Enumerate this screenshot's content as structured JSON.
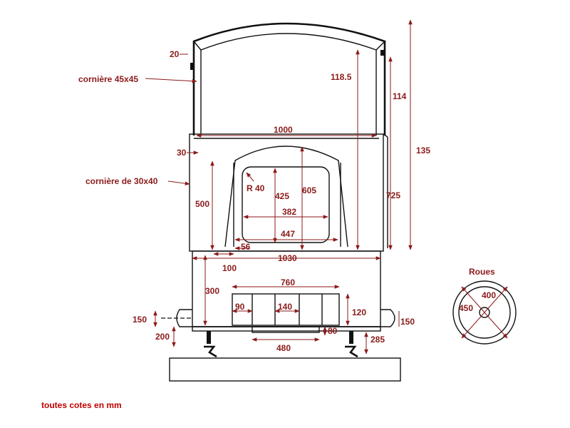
{
  "labels": {
    "corner_45": "cornière 45x45",
    "corner_30": "cornière de 30x40",
    "wheels": "Roues",
    "note": "toutes cotes en mm"
  },
  "dimensions": {
    "d20": "20",
    "d30": "30",
    "d1000": "1000",
    "d118_5": "118.5",
    "d114": "114",
    "d135": "135",
    "d725": "725",
    "d500": "500",
    "r40": "R 40",
    "d425": "425",
    "d605": "605",
    "d382": "382",
    "d447": "447",
    "d56": "56",
    "d1030": "1030",
    "d100": "100",
    "d300": "300",
    "d760": "760",
    "d90": "90",
    "d140": "140",
    "d120": "120",
    "d150_left": "150",
    "d150_right": "150",
    "d200": "200",
    "d80": "80",
    "d285": "285",
    "d480": "480",
    "d400": "400",
    "d450": "450"
  }
}
